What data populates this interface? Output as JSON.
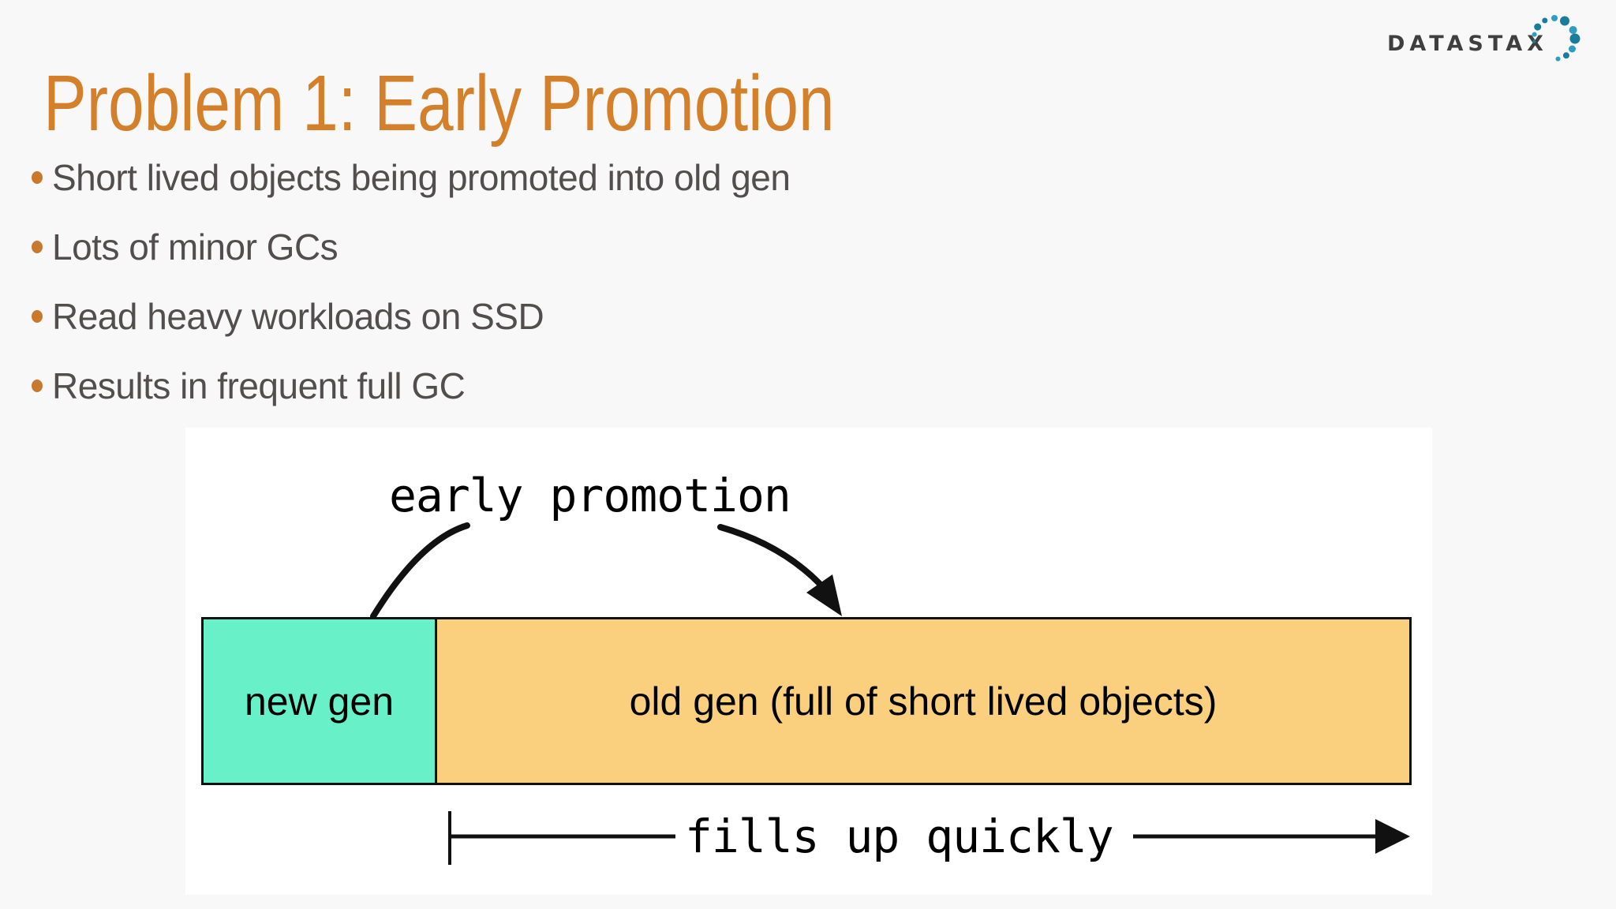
{
  "title": "Problem 1: Early Promotion",
  "logo": {
    "text": "DATASTAX"
  },
  "bullets": [
    "Short lived objects being promoted into old gen",
    "Lots of minor GCs",
    "Read heavy workloads on SSD",
    "Results in frequent full GC"
  ],
  "diagram": {
    "arrow_label": "early promotion",
    "new_gen_label": "new gen",
    "old_gen_label": "old gen (full of short lived objects)",
    "bottom_label": "fills up quickly"
  },
  "colors": {
    "slide-bg": "#F8F8F8",
    "panel-bg": "#FFFFFF",
    "title-orange": "#D4802B",
    "bullet-dot": "#C9792E",
    "bullet-text": "#524E4E",
    "new-gen-fill": "#68F0C9",
    "old-gen-fill": "#FACF7D",
    "line-black": "#111111",
    "logo-text": "#3F3F3F",
    "logo-dot-teal": "#1A7B9B",
    "logo-dot-light": "#2E9DC0"
  }
}
